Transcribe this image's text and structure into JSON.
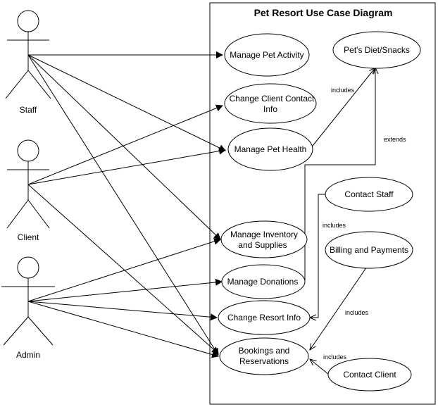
{
  "title": "Pet Resort Use Case Diagram",
  "actors": {
    "staff": "Staff",
    "client": "Client",
    "admin": "Admin"
  },
  "use_cases": {
    "manage_pet_activity": "Manage Pet Activity",
    "pets_diet_snacks": "Pet's Diet/Snacks",
    "change_client_contact_1": "Change Client Contact",
    "change_client_contact_2": "Info",
    "manage_pet_health": "Manage Pet Health",
    "contact_staff": "Contact Staff",
    "manage_inventory_1": "Manage Inventory",
    "manage_inventory_2": "and Supplies",
    "billing_payments": "Billing and Payments",
    "manage_donations": "Manage Donations",
    "change_resort_info": "Change Resort Info",
    "bookings_1": "Bookings and",
    "bookings_2": "Reservations",
    "contact_client": "Contact Client"
  },
  "relationships": {
    "includes_health_diet": "includes",
    "extends_donations_diet": "extends",
    "includes_contact_staff": "includes",
    "includes_billing": "includes",
    "includes_contact_client": "includes"
  }
}
